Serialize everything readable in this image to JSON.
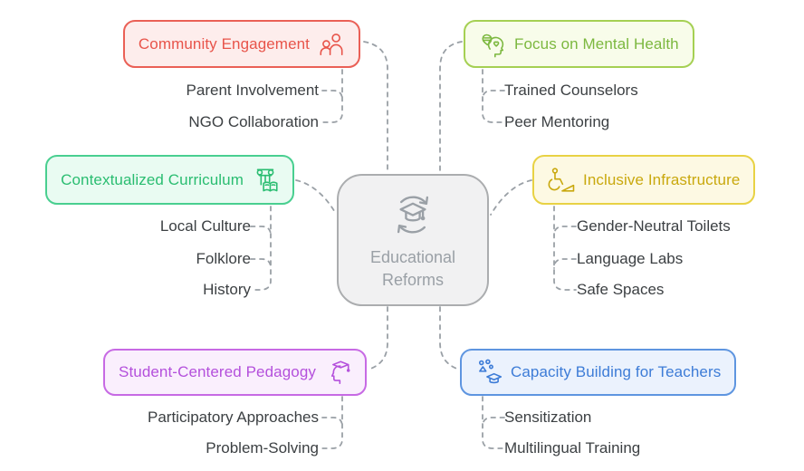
{
  "center": {
    "line1": "Educational",
    "line2": "Reforms",
    "icon": "refresh-graduation-icon",
    "colors": {
      "border": "#abadaf",
      "bg": "#f1f1f2",
      "text": "#9aa0a6"
    }
  },
  "branches": [
    {
      "id": "community-engagement",
      "title": "Community Engagement",
      "icon": "people-icon",
      "colors": {
        "border": "#ea6056",
        "bg": "#fdedec",
        "text": "#e8544a"
      },
      "items": [
        "Parent Involvement",
        "NGO Collaboration"
      ]
    },
    {
      "id": "focus-on-mental-health",
      "title": "Focus on Mental Health",
      "icon": "mind-heart-icon",
      "colors": {
        "border": "#a5d053",
        "bg": "#f8fcea",
        "text": "#7cb83f"
      },
      "items": [
        "Trained Counselors",
        "Peer Mentoring"
      ]
    },
    {
      "id": "contextualized-curriculum",
      "title": "Contextualized Curriculum",
      "icon": "column-book-icon",
      "colors": {
        "border": "#49cf90",
        "bg": "#e9fbf2",
        "text": "#2abd71"
      },
      "items": [
        "Local Culture",
        "Folklore",
        "History"
      ]
    },
    {
      "id": "inclusive-infrastructure",
      "title": "Inclusive Infrastructure",
      "icon": "wheelchair-ramp-icon",
      "colors": {
        "border": "#e8d244",
        "bg": "#fdf9e3",
        "text": "#c9a80d"
      },
      "items": [
        "Gender-Neutral Toilets",
        "Language Labs",
        "Safe Spaces"
      ]
    },
    {
      "id": "student-centered-pedagogy",
      "title": "Student-Centered Pedagogy",
      "icon": "graduate-head-icon",
      "colors": {
        "border": "#c76ae4",
        "bg": "#faeffd",
        "text": "#b450dc"
      },
      "items": [
        "Participatory Approaches",
        "Problem-Solving"
      ]
    },
    {
      "id": "capacity-building-for-teachers",
      "title": "Capacity Building for Teachers",
      "icon": "network-graduation-icon",
      "colors": {
        "border": "#5e95e0",
        "bg": "#ebf2fd",
        "text": "#3d7cd7"
      },
      "items": [
        "Sensitization",
        "Multilingual Training"
      ]
    }
  ],
  "connector_color": "#9aa0a6",
  "leaf_text_color": "#3c4043",
  "background": "#ffffff"
}
